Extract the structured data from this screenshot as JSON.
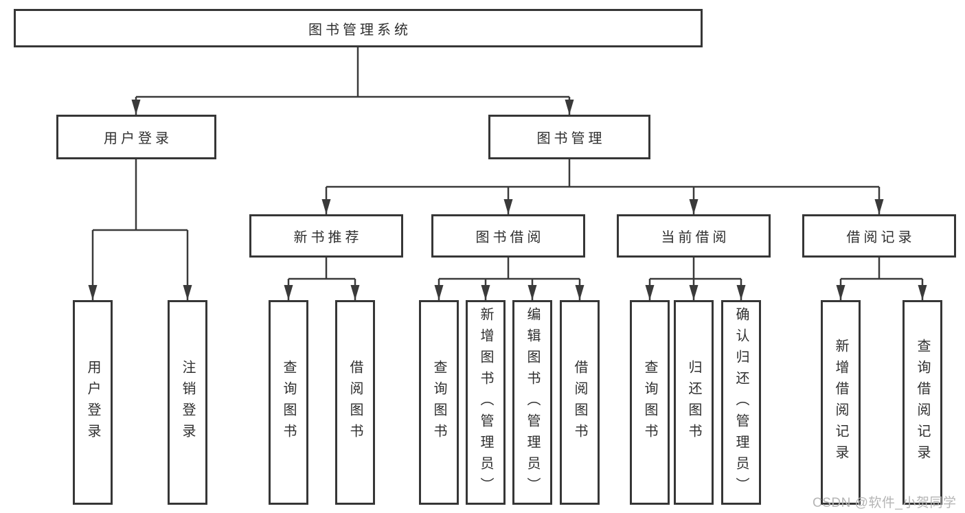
{
  "diagram_title": "图书管理系统",
  "colors": {
    "line": "#3a3a3a",
    "box_border": "#363636",
    "text": "#2f2f2f",
    "watermark": "#b5b5b5",
    "background": "#ffffff"
  },
  "tree": {
    "label": "图书管理系统",
    "children": [
      {
        "label": "用户登录",
        "children": [
          {
            "label": "用户登录"
          },
          {
            "label": "注销登录"
          }
        ]
      },
      {
        "label": "图书管理",
        "children": [
          {
            "label": "新书推荐",
            "children": [
              {
                "label": "查询图书"
              },
              {
                "label": "借阅图书"
              }
            ]
          },
          {
            "label": "图书借阅",
            "children": [
              {
                "label": "查询图书"
              },
              {
                "label": "新增图书（管理员）"
              },
              {
                "label": "编辑图书（管理员）"
              },
              {
                "label": "借阅图书"
              }
            ]
          },
          {
            "label": "当前借阅",
            "children": [
              {
                "label": "查询图书"
              },
              {
                "label": "归还图书"
              },
              {
                "label": "确认归还（管理员）"
              }
            ]
          },
          {
            "label": "借阅记录",
            "children": [
              {
                "label": "新增借阅记录"
              },
              {
                "label": "查询借阅记录"
              }
            ]
          }
        ]
      }
    ]
  },
  "watermark": {
    "text": "CSDN @软件_小贺同学"
  }
}
